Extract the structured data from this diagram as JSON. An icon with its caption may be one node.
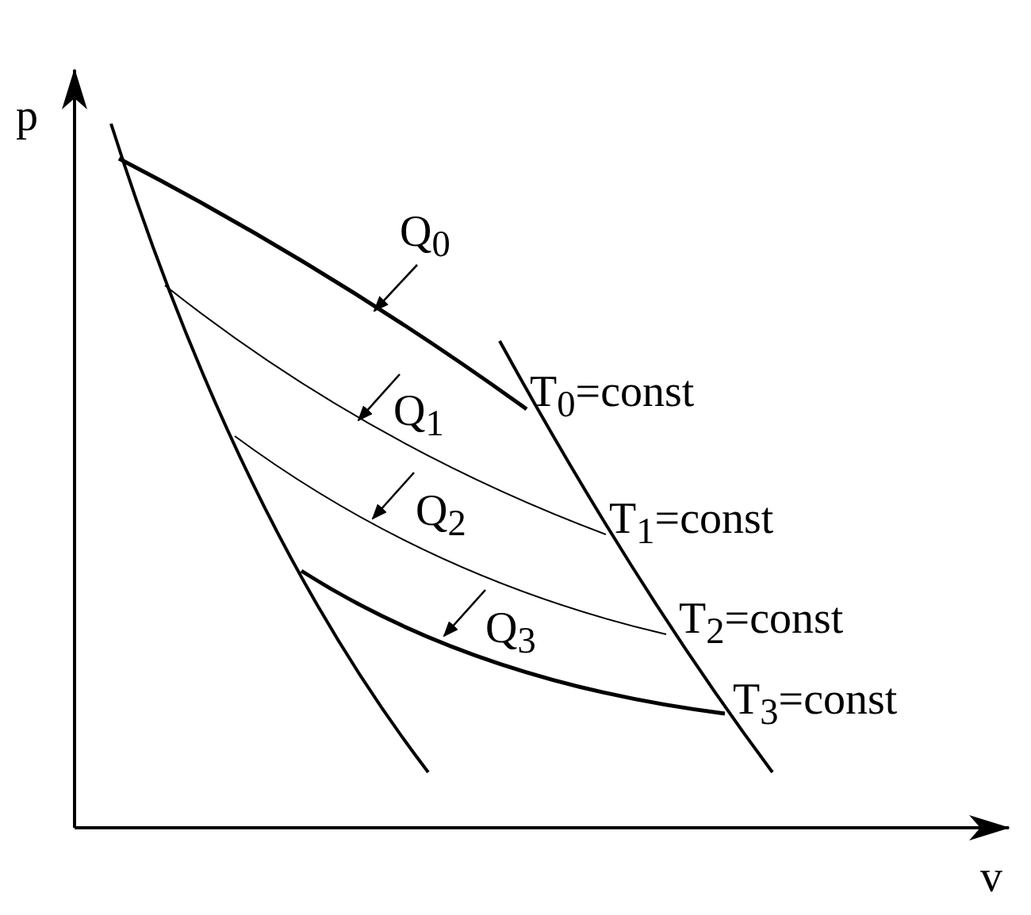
{
  "diagram": {
    "labels": [
      "p",
      "v",
      "Q$_{0}$",
      "T$_{0}$=const",
      "Q$_{1}$",
      "T$_{1}$=const",
      "Q$_{2}$",
      "T$_{2}$=const",
      "Q$_{3}$",
      "T$_{3}$=const"
    ]
  }
}
